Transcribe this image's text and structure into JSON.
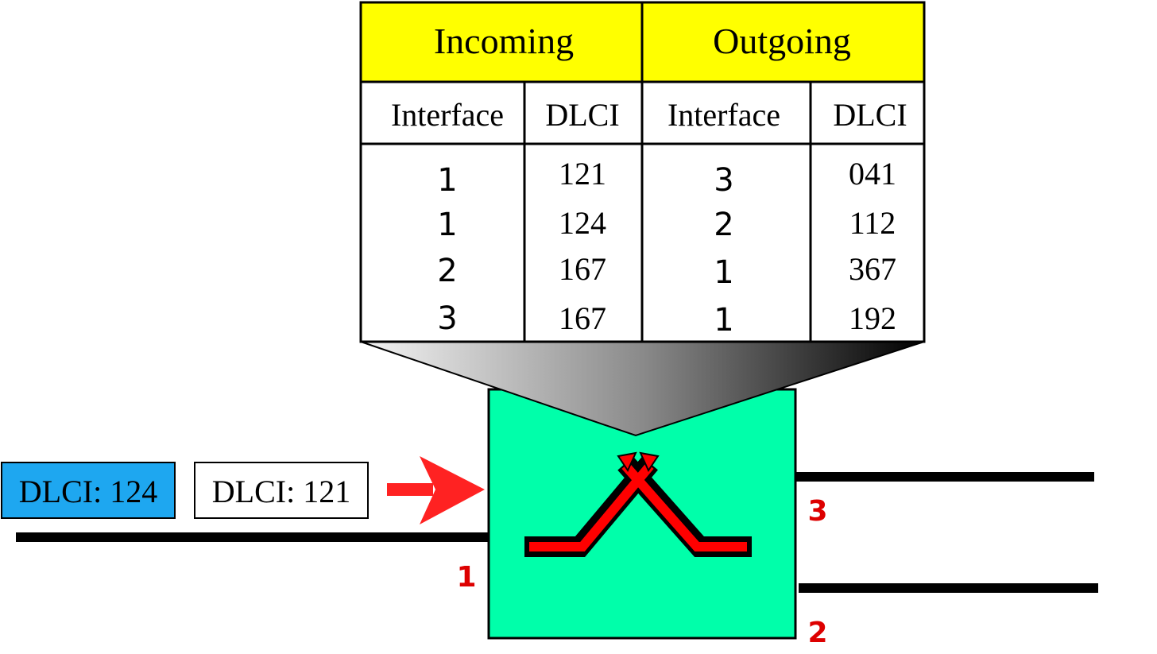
{
  "table": {
    "incoming_label": "Incoming",
    "outgoing_label": "Outgoing",
    "columns": [
      "Interface",
      "DLCI",
      "Interface",
      "DLCI"
    ],
    "rows": [
      [
        "1",
        "121",
        "3",
        "041"
      ],
      [
        "1",
        "124",
        "2",
        "112"
      ],
      [
        "2",
        "167",
        "1",
        "367"
      ],
      [
        "3",
        "167",
        "1",
        "192"
      ]
    ]
  },
  "frames": {
    "first": "DLCI: 124",
    "second": "DLCI: 121"
  },
  "interfaces": {
    "in": "1",
    "out_top": "3",
    "out_bottom": "2"
  },
  "colors": {
    "header_fill": "#ffff00",
    "switch_fill": "#00ffaa",
    "frame_fill": "#1ea7f0",
    "arrow": "#ff0000",
    "interface_label": "#dd0000",
    "switch_symbol": "#ff0000"
  }
}
